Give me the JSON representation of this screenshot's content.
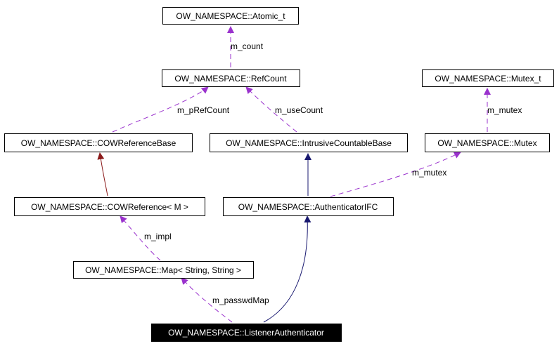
{
  "colors": {
    "usage": "#9a32cd",
    "public_inheritance": "#191970",
    "protected_inheritance": "#8b1a1a",
    "node_border": "#000000",
    "selected_fill": "#000000",
    "selected_text": "#ffffff"
  },
  "nodes": {
    "atomic": "OW_NAMESPACE::Atomic_t",
    "refcount": "OW_NAMESPACE::RefCount",
    "mutex_t": "OW_NAMESPACE::Mutex_t",
    "cowrefbase": "OW_NAMESPACE::COWReferenceBase",
    "intrusive": "OW_NAMESPACE::IntrusiveCountableBase",
    "mutex": "OW_NAMESPACE::Mutex",
    "cowref": "OW_NAMESPACE::COWReference< M >",
    "authifc": "OW_NAMESPACE::AuthenticatorIFC",
    "map": "OW_NAMESPACE::Map< String, String >",
    "listener": "OW_NAMESPACE::ListenerAuthenticator"
  },
  "edge_labels": {
    "m_count": "m_count",
    "m_pRefCount": "m_pRefCount",
    "m_useCount": "m_useCount",
    "m_mutex_upper": "m_mutex",
    "m_mutex_lower": "m_mutex",
    "m_impl": "m_impl",
    "m_passwdMap": "m_passwdMap"
  }
}
